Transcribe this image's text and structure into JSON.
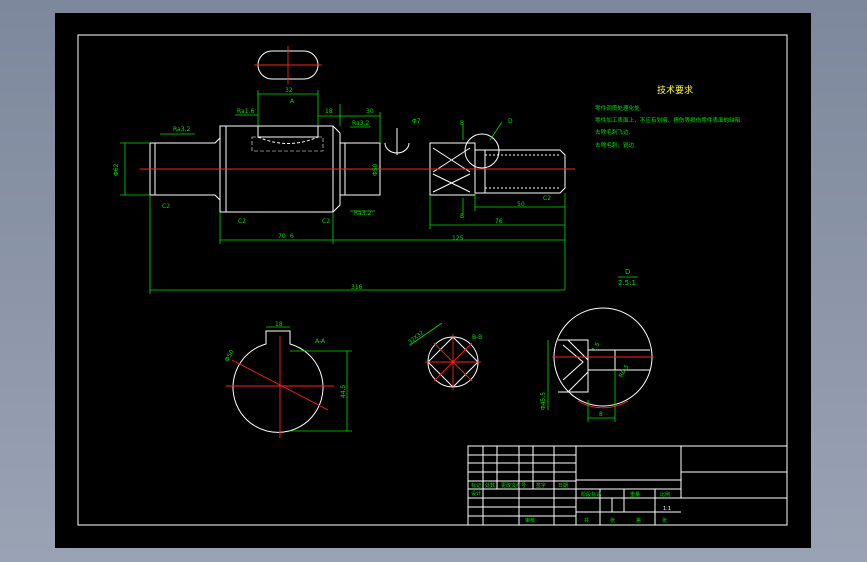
{
  "colors": {
    "background": "#000000",
    "outline": "#ffffff",
    "dimension": "#00e000",
    "centerline": "#ff2020",
    "title_text": "#ffff40"
  },
  "tech_req": {
    "title": "技术要求",
    "items": [
      "零件调质处理化处.",
      "零件加工表面上，不应有划痕、擦伤等损伤零件表面的缺陷.",
      "去除毛刺飞边.",
      "去除毛刺，锐边."
    ]
  },
  "dims": {
    "d32": "32",
    "d18": "18",
    "d30": "30",
    "dA": "A",
    "dRa16": "Ra1.6",
    "dRa32a": "Ra3.2",
    "dRa32b": "Ra3.2",
    "dRa32c": "Ra3.2",
    "dC2a": "C2",
    "dC2b": "C2",
    "dC2c": "C2",
    "dC2d": "C2",
    "dPhi62": "Φ62",
    "dPhi50": "Φ50",
    "d70": "70",
    "d6": "6",
    "d125": "125",
    "d76": "76",
    "d50": "50",
    "d316": "316",
    "dB1": "B",
    "dB2": "B",
    "dD": "D",
    "dPhi7": "Φ7",
    "dD_label": "D",
    "dD_scale": "2.5:1",
    "d18b": "18",
    "dAA": "A-A",
    "dPhi50b": "Φ50",
    "d445": "44.5",
    "dBB": "B-B",
    "dSq": "32X32",
    "d15": "1.5",
    "dR05": "R0.5",
    "dPhi45": "Φ45.5",
    "d8": "8"
  },
  "title_block": {
    "c1": "标记",
    "c2": "处数",
    "c3": "更改文件号",
    "c4": "签字",
    "c5": "日期",
    "c6": "设计",
    "c7": "阶段标记",
    "c8": "重量",
    "c9": "比例",
    "c10": "1:1",
    "c11": "审核",
    "c12": "共",
    "c13": "张",
    "c14": "第",
    "c15": "张"
  }
}
